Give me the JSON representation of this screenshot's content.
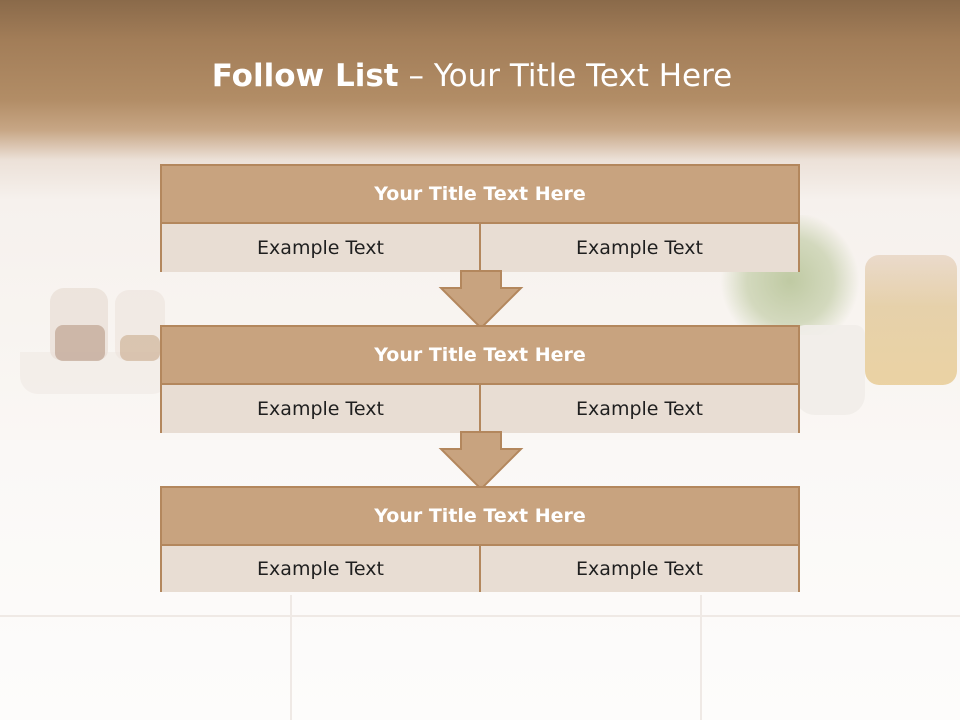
{
  "slide": {
    "title_bold": "Follow List",
    "title_rest": " – Your Title Text Here"
  },
  "steps": [
    {
      "title": "Your Title Text Here",
      "left": "Example Text",
      "right": "Example Text"
    },
    {
      "title": "Your Title Text Here",
      "left": "Example Text",
      "right": "Example Text"
    },
    {
      "title": "Your Title Text Here",
      "left": "Example Text",
      "right": "Example Text"
    }
  ],
  "colors": {
    "header_fill": "#c8a37f",
    "cell_fill": "#e8ddd3",
    "border": "#b3875d",
    "arrow_fill": "#c8a37f"
  },
  "icons": [
    "down-arrow-icon"
  ]
}
